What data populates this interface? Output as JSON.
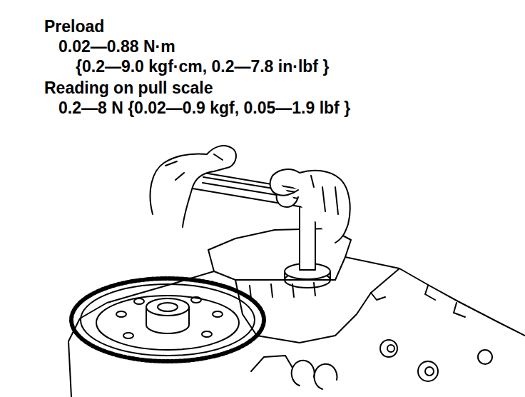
{
  "diagram": {
    "labels": [
      "Preload",
      "0.02—0.88 N·m",
      "{0.2—9.0 kgf·cm, 0.2—7.8 in·lbf }",
      "Reading on pull scale",
      "0.2—8 N {0.02—0.9 kgf, 0.05—1.9 lbf }"
    ]
  }
}
